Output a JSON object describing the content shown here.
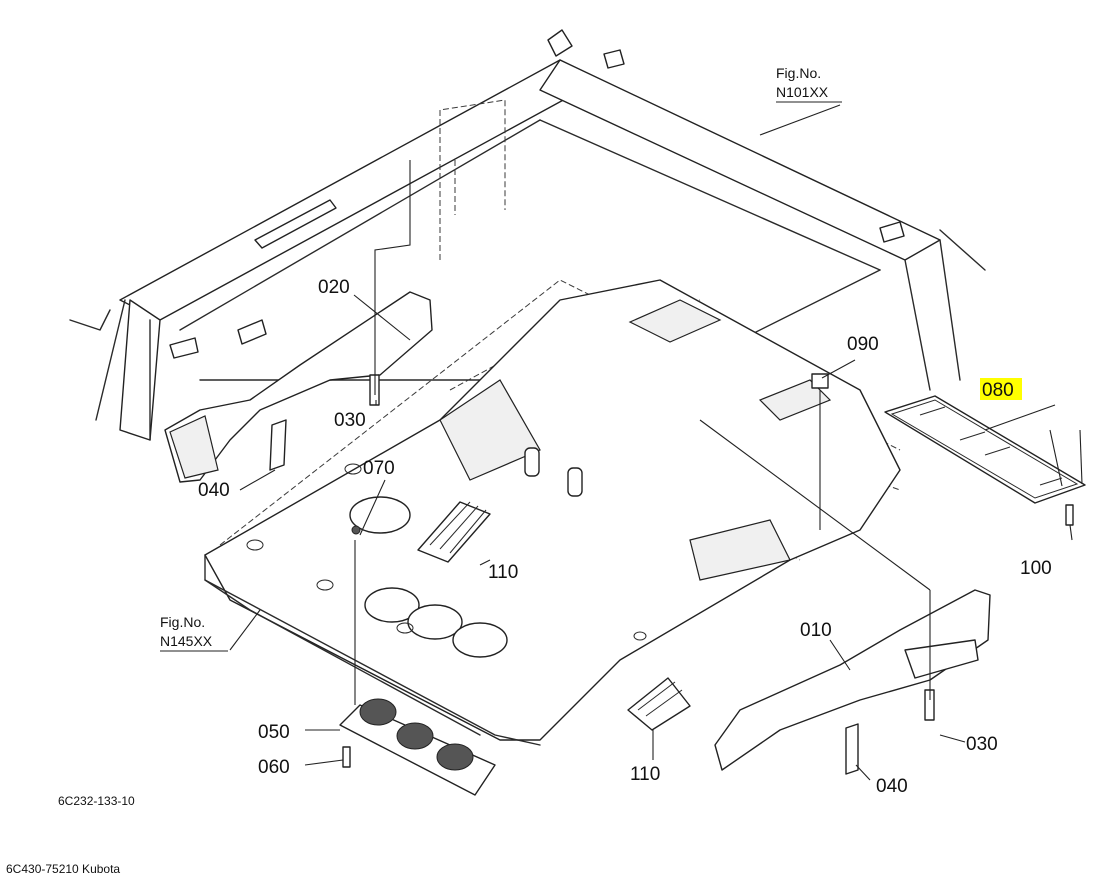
{
  "diagram": {
    "highlight_color": "#ffff00",
    "fig_refs": [
      {
        "line1": "Fig.No.",
        "line2": "N101XX"
      },
      {
        "line1": "Fig.No.",
        "line2": "N145XX"
      }
    ],
    "callouts": {
      "c010": "010",
      "c020": "020",
      "c030a": "030",
      "c030b": "030",
      "c040a": "040",
      "c040b": "040",
      "c050": "050",
      "c060": "060",
      "c070": "070",
      "c080": "080",
      "c090": "090",
      "c100": "100",
      "c110a": "110",
      "c110b": "110"
    },
    "drawing_number": "6C232-133-10",
    "footer": "6C430-75210 Kubota"
  }
}
